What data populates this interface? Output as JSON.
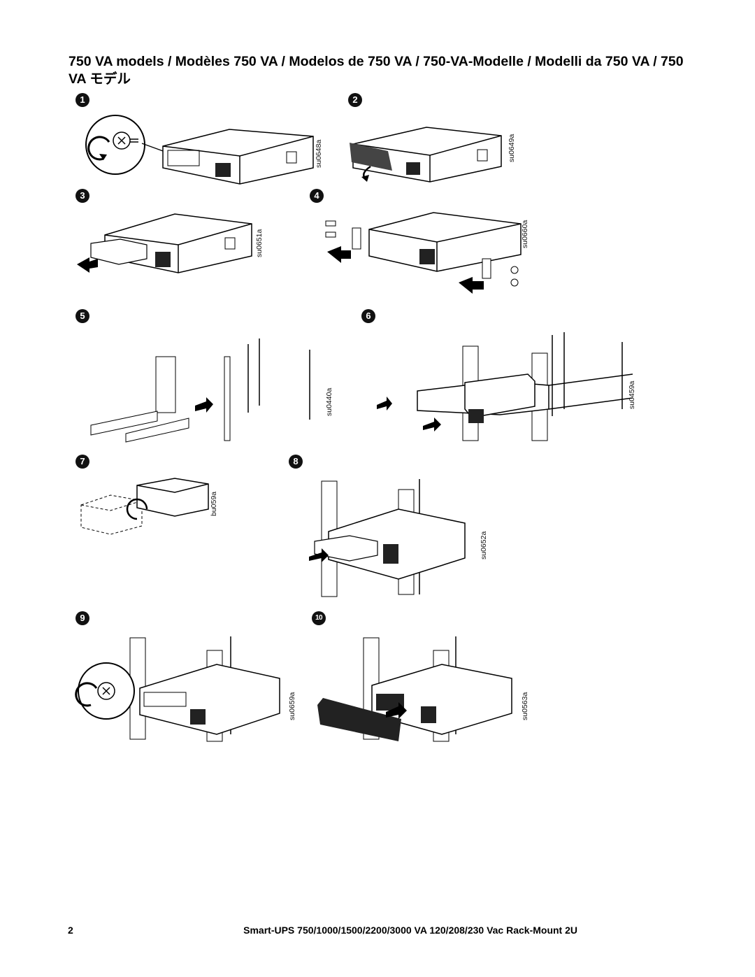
{
  "heading": "750 VA models / Modèles 750 VA / Modelos de 750 VA / 750-VA-Modelle / Modelli da 750 VA / 750 VA モデル",
  "steps": [
    {
      "number": "1",
      "code": "su0648a"
    },
    {
      "number": "2",
      "code": "su0649a"
    },
    {
      "number": "3",
      "code": "su0651a"
    },
    {
      "number": "4",
      "code": "su0660a"
    },
    {
      "number": "5",
      "code": "su0440a"
    },
    {
      "number": "6",
      "code": "su0459a"
    },
    {
      "number": "7",
      "code": "bu059a"
    },
    {
      "number": "8",
      "code": "su0652a"
    },
    {
      "number": "9",
      "code": "su0659a"
    },
    {
      "number": "10",
      "code": "su0563a"
    }
  ],
  "footer": {
    "page_number": "2",
    "title": "Smart-UPS 750/1000/1500/2200/3000 VA 120/208/230 Vac Rack-Mount 2U"
  }
}
